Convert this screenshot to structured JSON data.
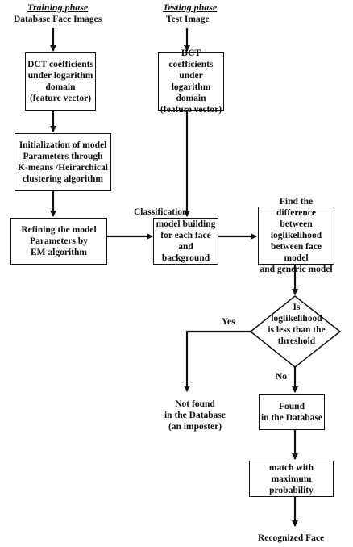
{
  "training": {
    "phase": "Training phase",
    "input": "Database  Face Images",
    "step1": [
      "DCT coefficients",
      "under logarithm",
      "domain",
      "(feature vector)"
    ],
    "step2": [
      "Initialization of model",
      "Parameters through",
      "K-means /Heirarchical",
      "clustering algorithm"
    ],
    "step3": [
      "Refining the model",
      "Parameters by",
      "EM algorithm"
    ]
  },
  "testing": {
    "phase": "Testing phase",
    "input": "Test Image",
    "step1": [
      "DCT coefficients",
      "under logarithm",
      "domain",
      "(feature vector)"
    ]
  },
  "classification": {
    "label": "Classification",
    "model": [
      "model building",
      "for each face and",
      "background"
    ],
    "difference": [
      "Find the difference",
      "between loglikelihood",
      "between face model",
      "and generic model"
    ]
  },
  "decision": {
    "lines": [
      "Is",
      "loglikelihood",
      "is less than the",
      "threshold"
    ],
    "yes": "Yes",
    "no": "No"
  },
  "outcomes": {
    "not_found": [
      "Not found",
      "in the Database",
      "(an imposter)"
    ],
    "found": [
      "Found",
      "in the Database"
    ],
    "match": [
      "match with maximum",
      "probability"
    ],
    "result": "Recognized Face"
  }
}
